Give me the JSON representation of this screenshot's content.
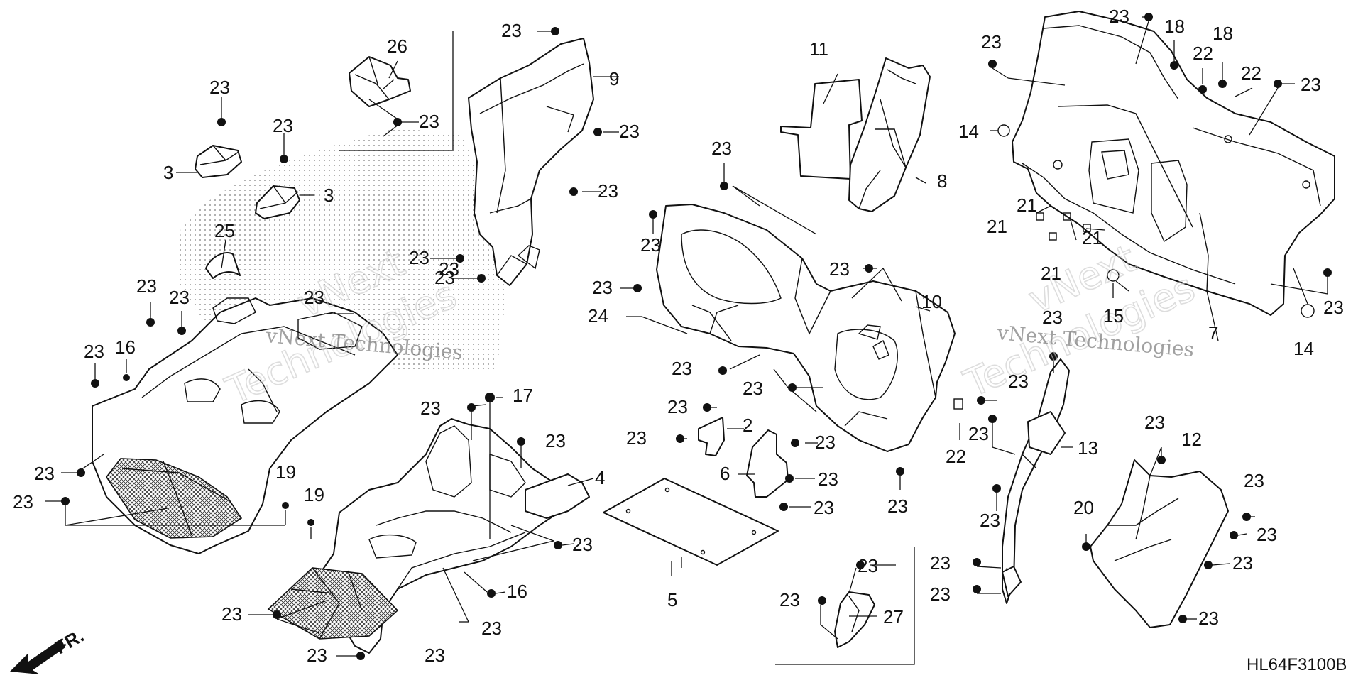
{
  "diagram": {
    "code": "HL64F3100B",
    "direction_label": "FR.",
    "watermark": {
      "company": "vNext Technologies",
      "overlay": "Technologies",
      "short": "vNext"
    },
    "callouts": [
      {
        "id": "c26",
        "text": "26"
      },
      {
        "id": "c23-a",
        "text": "23"
      },
      {
        "id": "c23-b",
        "text": "23"
      },
      {
        "id": "c23-c",
        "text": "23"
      },
      {
        "id": "c3-a",
        "text": "3"
      },
      {
        "id": "c3-b",
        "text": "3"
      },
      {
        "id": "c25",
        "text": "25"
      },
      {
        "id": "c23-d",
        "text": "23"
      },
      {
        "id": "c23-e",
        "text": "23"
      },
      {
        "id": "c23-f",
        "text": "23"
      },
      {
        "id": "c23-g",
        "text": "23"
      },
      {
        "id": "c16-a",
        "text": "16"
      },
      {
        "id": "c23-h",
        "text": "23"
      },
      {
        "id": "c23-i",
        "text": "23"
      },
      {
        "id": "c19-a",
        "text": "19"
      },
      {
        "id": "c19-b",
        "text": "19"
      },
      {
        "id": "c23-j",
        "text": "23"
      },
      {
        "id": "c23-k",
        "text": "23"
      },
      {
        "id": "c9",
        "text": "9"
      },
      {
        "id": "c23-l",
        "text": "23"
      },
      {
        "id": "c23-m",
        "text": "23"
      },
      {
        "id": "c23-n",
        "text": "23"
      },
      {
        "id": "c23-o",
        "text": "23"
      },
      {
        "id": "c23-p",
        "text": "23"
      },
      {
        "id": "c17",
        "text": "17"
      },
      {
        "id": "c23-q",
        "text": "23"
      },
      {
        "id": "c23-r",
        "text": "23"
      },
      {
        "id": "c4",
        "text": "4"
      },
      {
        "id": "c23-s",
        "text": "23"
      },
      {
        "id": "c16-b",
        "text": "16"
      },
      {
        "id": "c23-t",
        "text": "23"
      },
      {
        "id": "c23-u",
        "text": "23"
      },
      {
        "id": "c23-v",
        "text": "23"
      },
      {
        "id": "c11",
        "text": "11"
      },
      {
        "id": "c8",
        "text": "8"
      },
      {
        "id": "c23-w",
        "text": "23"
      },
      {
        "id": "c23-x",
        "text": "23"
      },
      {
        "id": "c23-y",
        "text": "23"
      },
      {
        "id": "c24",
        "text": "24"
      },
      {
        "id": "c23-z",
        "text": "23"
      },
      {
        "id": "c23-aa",
        "text": "23"
      },
      {
        "id": "c10",
        "text": "10"
      },
      {
        "id": "c23-ab",
        "text": "23"
      },
      {
        "id": "c2",
        "text": "2"
      },
      {
        "id": "c23-ac",
        "text": "23"
      },
      {
        "id": "c23-ad",
        "text": "23"
      },
      {
        "id": "c6",
        "text": "6"
      },
      {
        "id": "c23-ae",
        "text": "23"
      },
      {
        "id": "c23-af",
        "text": "23"
      },
      {
        "id": "c23-ag",
        "text": "23"
      },
      {
        "id": "c22-a",
        "text": "22"
      },
      {
        "id": "c23-ah",
        "text": "23"
      },
      {
        "id": "c23-ai",
        "text": "23"
      },
      {
        "id": "c5",
        "text": "5"
      },
      {
        "id": "c23-aj",
        "text": "23"
      },
      {
        "id": "c23-ak",
        "text": "23"
      },
      {
        "id": "c27",
        "text": "27"
      },
      {
        "id": "c23-al",
        "text": "23"
      },
      {
        "id": "c18-a",
        "text": "18"
      },
      {
        "id": "c18-b",
        "text": "18"
      },
      {
        "id": "c22-b",
        "text": "22"
      },
      {
        "id": "c22-c",
        "text": "22"
      },
      {
        "id": "c23-am",
        "text": "23"
      },
      {
        "id": "c23-an",
        "text": "23"
      },
      {
        "id": "c14-a",
        "text": "14"
      },
      {
        "id": "c21-a",
        "text": "21"
      },
      {
        "id": "c21-b",
        "text": "21"
      },
      {
        "id": "c21-c",
        "text": "21"
      },
      {
        "id": "c21-d",
        "text": "21"
      },
      {
        "id": "c15",
        "text": "15"
      },
      {
        "id": "c7",
        "text": "7"
      },
      {
        "id": "c23-ao",
        "text": "23"
      },
      {
        "id": "c14-b",
        "text": "14"
      },
      {
        "id": "c23-ap",
        "text": "23"
      },
      {
        "id": "c23-aq",
        "text": "23"
      },
      {
        "id": "c13",
        "text": "13"
      },
      {
        "id": "c23-ar",
        "text": "23"
      },
      {
        "id": "c12",
        "text": "12"
      },
      {
        "id": "c23-as",
        "text": "23"
      },
      {
        "id": "c23-at",
        "text": "23"
      },
      {
        "id": "c20",
        "text": "20"
      },
      {
        "id": "c23-au",
        "text": "23"
      },
      {
        "id": "c23-av",
        "text": "23"
      },
      {
        "id": "c23-aw",
        "text": "23"
      },
      {
        "id": "c23-ax",
        "text": "23"
      },
      {
        "id": "c23-ay",
        "text": "23"
      }
    ]
  }
}
